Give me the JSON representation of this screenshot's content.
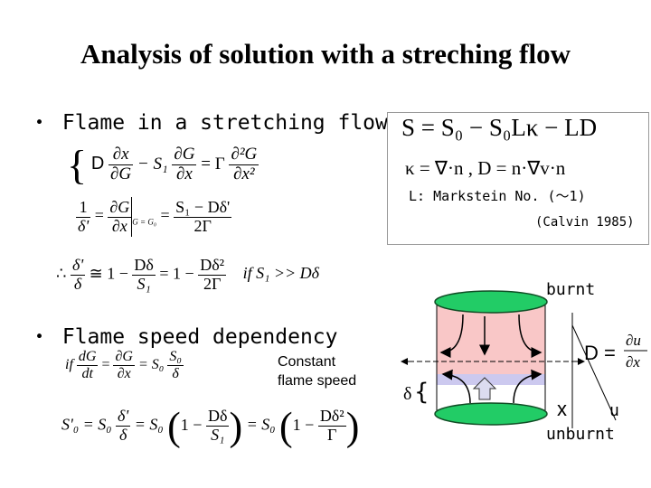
{
  "slide": {
    "title": "Analysis of solution with a streching flow"
  },
  "bullets": {
    "b1": "・ Flame in a stretching flow",
    "b2": "・ Flame speed dependency"
  },
  "box": {
    "eq1": "S = S₀ − S₀Lκ − LD",
    "eq2": "κ = ∇·n  ,  D = n·∇v·n",
    "markstein": "L: Markstein No. (～1)",
    "citation": "(Calvin 1985)"
  },
  "equations": {
    "eq1_lhs": "D",
    "eq1_frac1_num": "∂x",
    "eq1_frac1_den": "∂G",
    "eq1_mid": "− S₁",
    "eq1_frac2_num": "∂G",
    "eq1_frac2_den": "∂x",
    "eq1_eq": "= Γ",
    "eq1_frac3_num": "∂²G",
    "eq1_frac3_den": "∂x²",
    "eq2_lhs_num": "1",
    "eq2_lhs_den": "δ'",
    "eq2_eq": "=",
    "eq2_mid_num": "∂G",
    "eq2_mid_den": "∂x",
    "eq2_sub": "G = G₀",
    "eq2_rhs_num": "S₁ − Dδ'",
    "eq2_rhs_den": "2Γ",
    "eq3_therefore": "∴",
    "eq3_frac1_num": "δ'",
    "eq3_frac1_den": "δ",
    "eq3_approx": "≅ 1 −",
    "eq3_frac2_num": "Dδ",
    "eq3_frac2_den": "S₁",
    "eq3_eq": "= 1 −",
    "eq3_frac3_num": "Dδ²",
    "eq3_frac3_den": "2Γ",
    "eq3_cond": "if S₁ >> Dδ",
    "eq4_if": "if",
    "eq4_frac1_num": "dG",
    "eq4_frac1_den": "dt",
    "eq4_eq1": "=",
    "eq4_frac2_num": "∂G",
    "eq4_frac2_den": "∂x",
    "eq4_eq2": "= S₀",
    "eq4_frac3_num": "S₀",
    "eq4_frac3_den": "δ",
    "eq5_lhs": "S'₀ = S₀",
    "eq5_frac1_num": "δ'",
    "eq5_frac1_den": "δ",
    "eq5_eq": "= S₀",
    "eq5_p1_frac_num": "Dδ",
    "eq5_p1_frac_den": "S₁",
    "eq5_p2_frac_num": "Dδ²",
    "eq5_p2_frac_den": "Γ",
    "eq5_one_minus": "1 −"
  },
  "notes": {
    "constant": "Constant",
    "flame_speed": "flame speed"
  },
  "diagram": {
    "burnt": "burnt",
    "unburnt": "unburnt",
    "x_label": "x",
    "u_label": "u",
    "delta": "δ",
    "D_lhs": "D =",
    "D_num": "∂u",
    "D_den": "∂x",
    "colors": {
      "burnt_region": "#f9c7c7",
      "flame_band": "#ccc9ef",
      "stagnation_plates": "#22cc66",
      "plate_outline": "#104d25",
      "arrow": "#000000"
    }
  }
}
